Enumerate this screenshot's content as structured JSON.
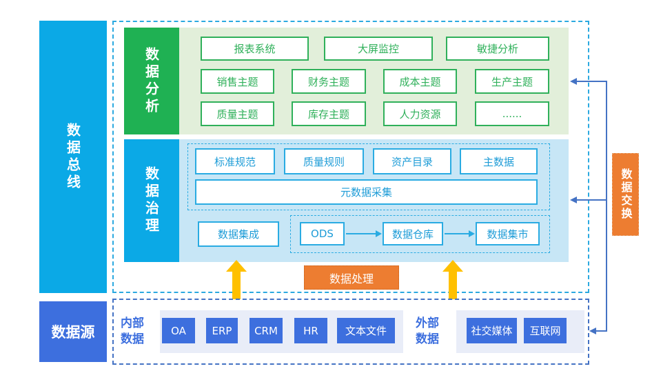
{
  "colors": {
    "bus_cyan": "#0BA9E6",
    "analysis_green": "#1FB153",
    "analysis_panel": "#E2EFDA",
    "green_accent": "#2FB05A",
    "governance_panel": "#C7E6F6",
    "cyan_accent": "#29ABE2",
    "royal_blue": "#3D6FDE",
    "connector_blue": "#4472C4",
    "orange": "#ED7D31",
    "arrow_yellow": "#FFC000",
    "strip_bg": "#E9EDF8"
  },
  "bus": {
    "label": "数据总线"
  },
  "analysis": {
    "label": "数据分析",
    "row1": [
      "报表系统",
      "大屏监控",
      "敏捷分析"
    ],
    "row2": [
      "销售主题",
      "财务主题",
      "成本主题",
      "生产主题"
    ],
    "row3": [
      "质量主题",
      "库存主题",
      "人力资源",
      "......"
    ]
  },
  "governance": {
    "label": "数据治理",
    "rules": [
      "标准规范",
      "质量规则",
      "资产目录",
      "主数据"
    ],
    "metadata": "元数据采集",
    "integration": "数据集成",
    "pipeline": [
      "ODS",
      "数据仓库",
      "数据集市"
    ]
  },
  "processing": {
    "label": "数据处理"
  },
  "exchange": {
    "label": "数据交换"
  },
  "source": {
    "label": "数据源",
    "internal": {
      "label": "内部数据",
      "items": [
        "OA",
        "ERP",
        "CRM",
        "HR",
        "文本文件"
      ]
    },
    "external": {
      "label": "外部数据",
      "items": [
        "社交媒体",
        "互联网"
      ]
    }
  }
}
